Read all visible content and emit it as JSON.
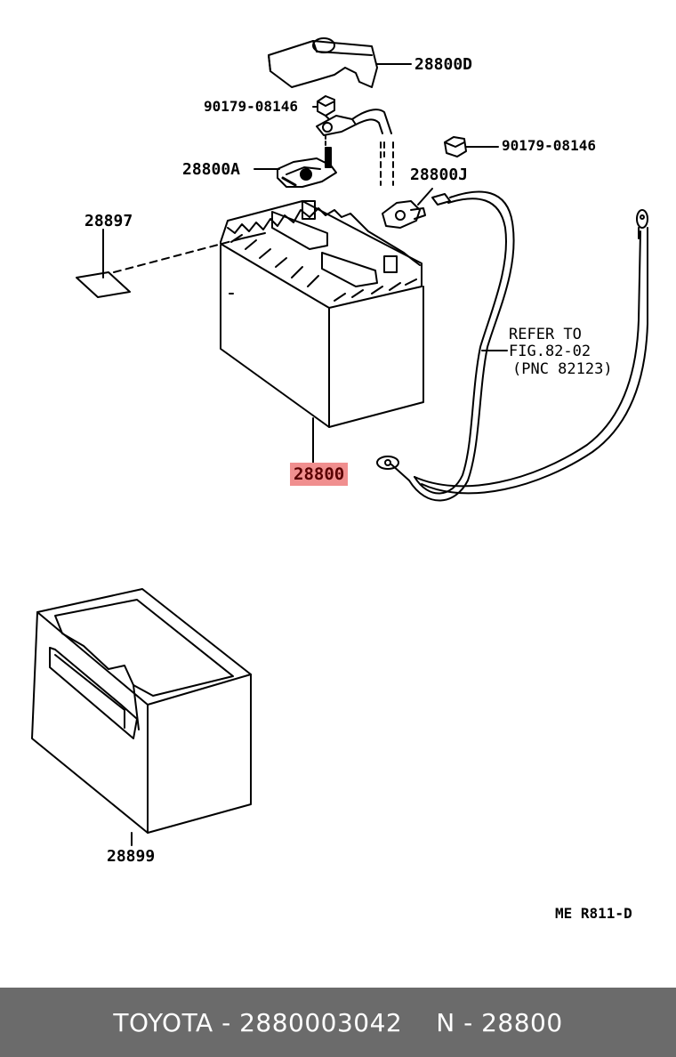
{
  "diagram": {
    "labels": {
      "cover": "28800D",
      "nut_left": "90179-08146",
      "nut_right": "90179-08146",
      "terminal_positive": "28800A",
      "terminal_negative": "28800J",
      "label_plate": "28897",
      "battery": "28800",
      "tray": "28899",
      "drawing_code": "ME R811-D"
    },
    "refer_note": {
      "line1": "REFER TO",
      "line2": "FIG.82-02",
      "line3": "(PNC 82123)"
    },
    "highlighted_part": "28800",
    "highlight_color": "#f08f8f"
  },
  "footer": {
    "brand_part": "TOYOTA - 2880003042",
    "pnc": "N - 28800",
    "background": "#6b6b6b"
  }
}
